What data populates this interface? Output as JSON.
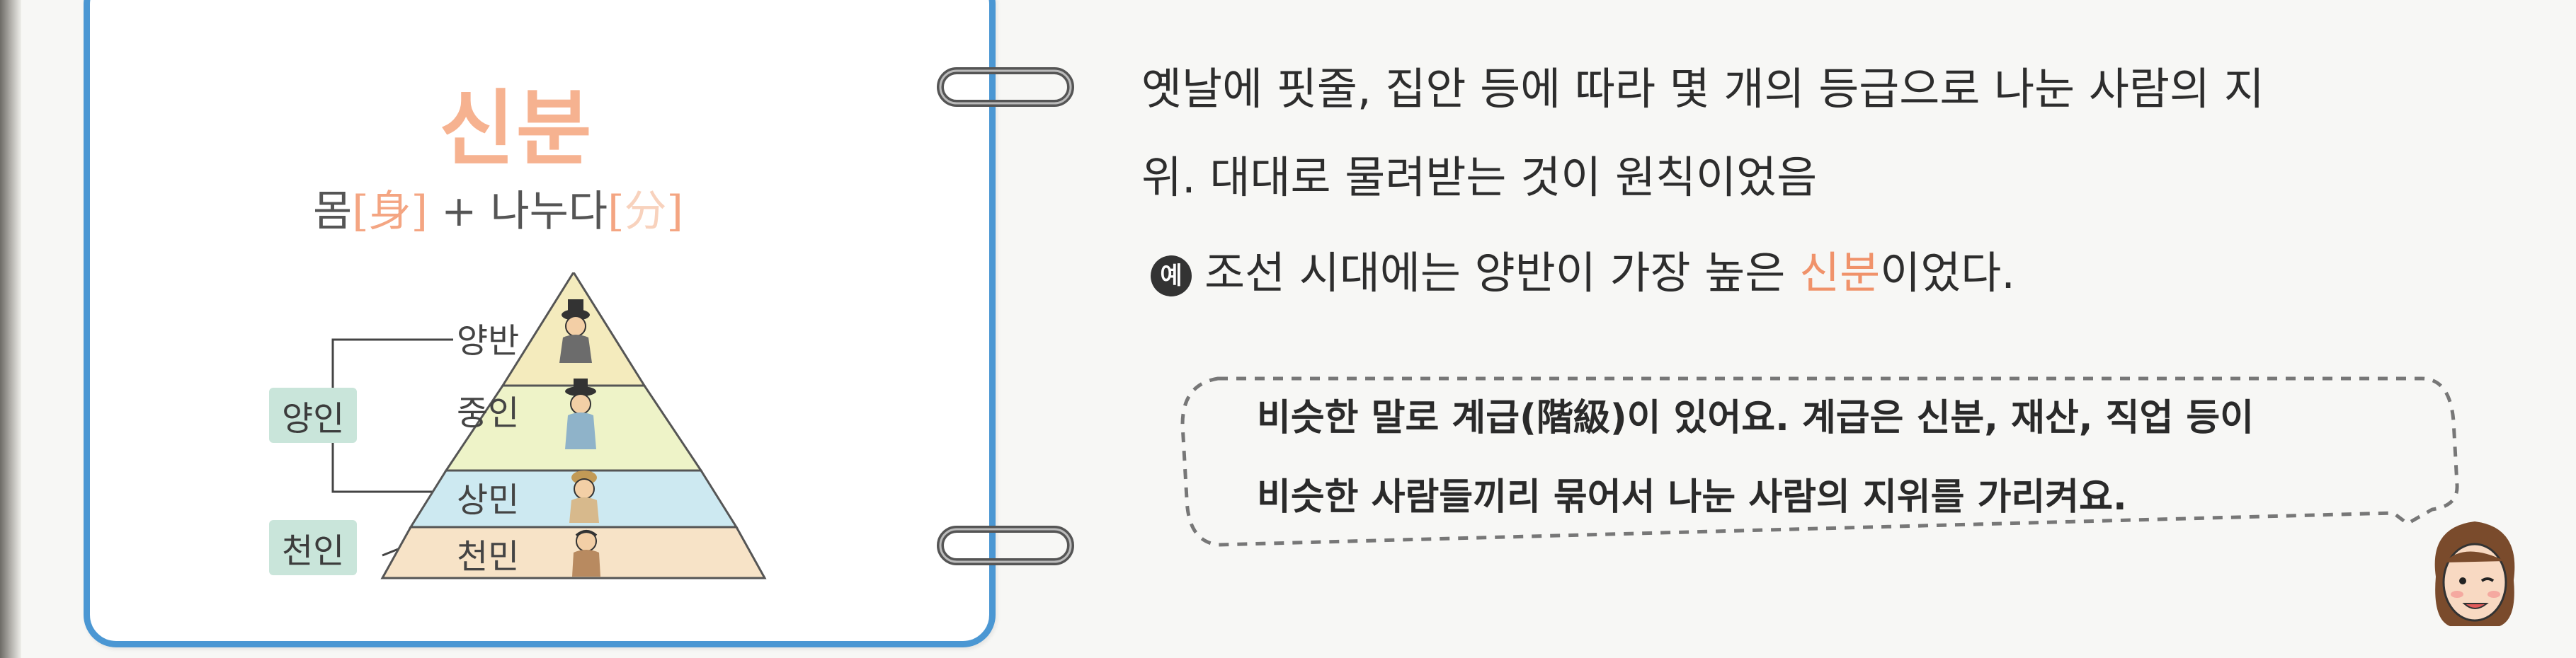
{
  "card": {
    "word": "신분",
    "etymology": {
      "part1": "몸",
      "hanja1": "身",
      "plus": " + ",
      "part2": "나누다",
      "hanja2": "分"
    },
    "pyramid": {
      "levels": [
        "양반",
        "중인",
        "상민",
        "천민"
      ],
      "groups": [
        "양인",
        "천인"
      ],
      "level_colors": [
        "#f4ebbd",
        "#eef3c8",
        "#cde9f1",
        "#f7e3c7"
      ]
    }
  },
  "definition": {
    "line1": "옛날에 핏줄, 집안 등에 따라 몇 개의 등급으로 나눈 사람의 지",
    "line2": "위. 대대로 물려받는 것이 원칙이었음"
  },
  "example": {
    "badge": "예",
    "text_before": "조선 시대에는 양반이 가장 높은 ",
    "highlight": "신분",
    "text_after": "이었다."
  },
  "tip": {
    "line1": "비슷한 말로 계급(階級)이 있어요. 계급은 신분, 재산, 직업 등이",
    "line2": "비슷한 사람들끼리 묶어서 나눈 사람의 지위를 가리켜요."
  },
  "colors": {
    "card_border": "#4b97d3",
    "accent": "#f4a582",
    "group_tag": "#c9e5da"
  }
}
